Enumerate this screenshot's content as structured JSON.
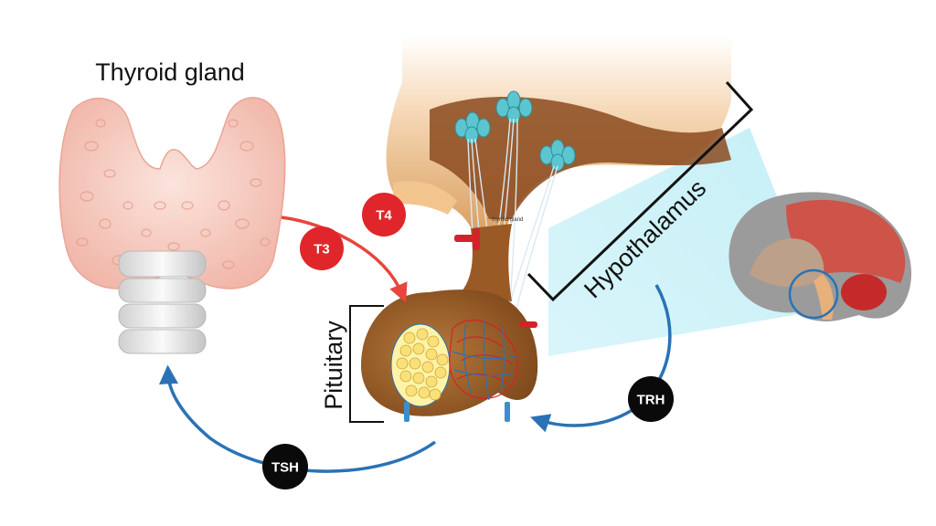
{
  "labels": {
    "thyroid_gland": "Thyroid gland",
    "hypothalamus": "Hypothalamus",
    "pituitary": "Pituitary",
    "tiny_label": "thyroid gland"
  },
  "hormones": {
    "t4": "T4",
    "t3": "T3",
    "trh": "TRH",
    "tsh": "TSH"
  },
  "colors": {
    "thyroid_hormone_badge": "#e0262a",
    "releasing_hormone_badge": "#0a0a0a",
    "feedback_arrow_red": "#e8453c",
    "feedback_arrow_blue": "#2a72b5",
    "projection_cone": "#bfeef5",
    "brain_tissue": "#8b4a1f"
  }
}
